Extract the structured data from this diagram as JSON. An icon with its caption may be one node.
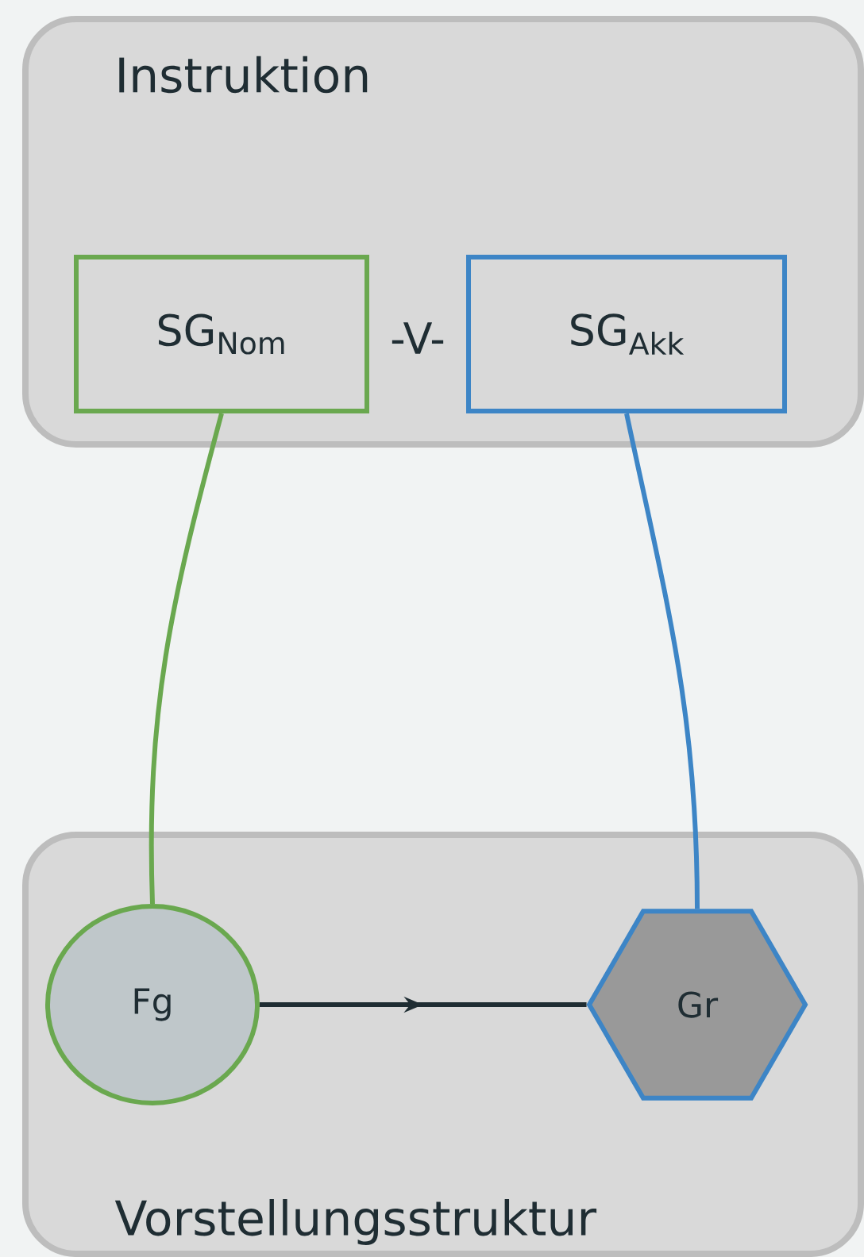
{
  "diagram": {
    "nodes": [
      {
        "text": [
          "Instruktion"
        ]
      },
      {
        "text": [
          "SG$_{Nom}$"
        ],
        "in": 0
      },
      {
        "text": [
          "SG$_{Akk}$"
        ],
        "in": 0
      },
      {
        "text": [
          "Vorstellungsstruktur"
        ]
      },
      {
        "text": [
          "Fg"
        ],
        "in": 3
      },
      {
        "text": [
          "Gr"
        ],
        "in": 3
      }
    ],
    "edges": [
      {
        "from": 1,
        "to": 4,
        "arrow": "none",
        "color": "#6aa84f"
      },
      {
        "from": 2,
        "to": 5,
        "arrow": "none",
        "color": "#3d85c6"
      },
      {
        "from": 4,
        "to": 5,
        "arrow": "to",
        "color": "#1f2d33"
      }
    ],
    "labels": [
      "-V-"
    ]
  }
}
